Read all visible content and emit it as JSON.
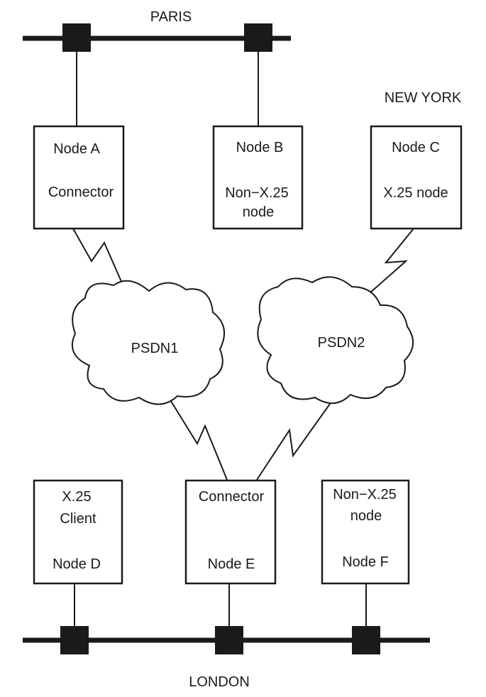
{
  "sites": {
    "paris": "PARIS",
    "new_york": "NEW YORK",
    "london": "LONDON"
  },
  "nodes": {
    "a": {
      "name": "Node A",
      "role": "Connector"
    },
    "b": {
      "name": "Node B",
      "role_line1": "Non−X.25",
      "role_line2": "node"
    },
    "c": {
      "name": "Node C",
      "role": "X.25 node"
    },
    "d": {
      "role_line1": "X.25",
      "role_line2": "Client",
      "name": "Node D"
    },
    "e": {
      "role": "Connector",
      "name": "Node E"
    },
    "f": {
      "role_line1": "Non−X.25",
      "role_line2": "node",
      "name": "Node F"
    }
  },
  "networks": {
    "psdn1": "PSDN1",
    "psdn2": "PSDN2"
  }
}
